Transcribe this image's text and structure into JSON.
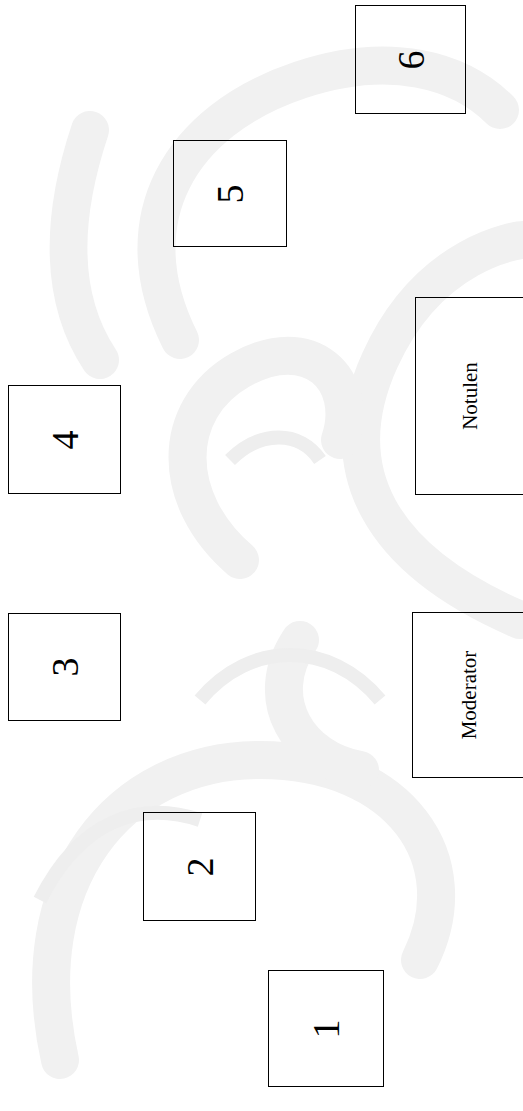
{
  "diagram": {
    "nodes": [
      {
        "text": [
          "1"
        ]
      },
      {
        "text": [
          "2"
        ]
      },
      {
        "text": [
          "3"
        ]
      },
      {
        "text": [
          "4"
        ]
      },
      {
        "text": [
          "5"
        ]
      },
      {
        "text": [
          "6"
        ]
      },
      {
        "text": [
          "Moderator"
        ]
      },
      {
        "text": [
          "Notulen"
        ]
      }
    ]
  }
}
